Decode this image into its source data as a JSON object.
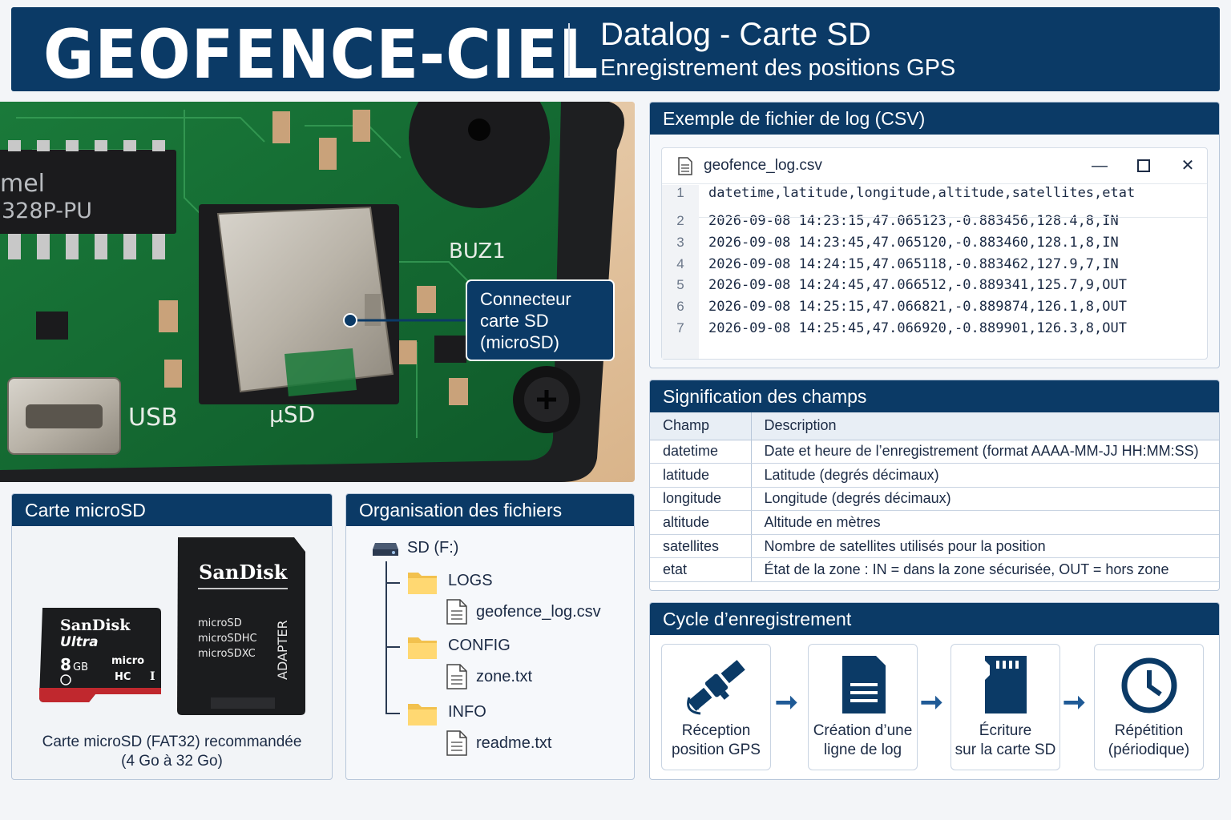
{
  "header": {
    "brand": "GEOFENCE-CIEL",
    "title": "Datalog - Carte SD",
    "subtitle": "Enregistrement des positions GPS"
  },
  "photo": {
    "chip_line1": "mel",
    "chip_line2": "328P-PU",
    "buzzer_label": "BUZ1",
    "usb_label": "USB",
    "sd_label": "µSD",
    "callout": [
      "Connecteur",
      "carte SD",
      "(microSD)"
    ]
  },
  "csv_panel": {
    "title": "Exemple de fichier de log (CSV)",
    "filename": "geofence_log.csv",
    "lines": [
      {
        "n": "1",
        "text": "datetime,latitude,longitude,altitude,satellites,etat"
      },
      {
        "n": "2",
        "text": "2026-09-08 14:23:15,47.065123,-0.883456,128.4,8,IN"
      },
      {
        "n": "3",
        "text": "2026-09-08 14:23:45,47.065120,-0.883460,128.1,8,IN"
      },
      {
        "n": "4",
        "text": "2026-09-08 14:24:15,47.065118,-0.883462,127.9,7,IN"
      },
      {
        "n": "5",
        "text": "2026-09-08 14:24:45,47.066512,-0.889341,125.7,9,OUT"
      },
      {
        "n": "6",
        "text": "2026-09-08 14:25:15,47.066821,-0.889874,126.1,8,OUT"
      },
      {
        "n": "7",
        "text": "2026-09-08 14:25:45,47.066920,-0.889901,126.3,8,OUT"
      }
    ]
  },
  "fields_panel": {
    "title": "Signification des champs",
    "headers": [
      "Champ",
      "Description"
    ],
    "rows": [
      [
        "datetime",
        "Date et heure de l’enregistrement (format AAAA-MM-JJ HH:MM:SS)"
      ],
      [
        "latitude",
        "Latitude (degrés décimaux)"
      ],
      [
        "longitude",
        "Longitude (degrés décimaux)"
      ],
      [
        "altitude",
        "Altitude en mètres"
      ],
      [
        "satellites",
        "Nombre de satellites utilisés pour la position"
      ],
      [
        "etat",
        "État de la zone : IN = dans la zone sécurisée, OUT = hors zone"
      ]
    ]
  },
  "microsd_panel": {
    "title": "Carte microSD",
    "card_brand": "SanDisk",
    "card_line": "Ultra",
    "card_size": "8",
    "card_size_unit": "GB",
    "card_logo_top": "micro",
    "card_logo_bottom": "HC",
    "card_class": "I",
    "adapter_brand": "SanDisk",
    "adapter_lines": [
      "microSD",
      "microSDHC",
      "microSDXC"
    ],
    "adapter_side": "ADAPTER",
    "caption_line1": "Carte microSD (FAT32) recommandée",
    "caption_line2": "(4 Go à 32 Go)"
  },
  "files_panel": {
    "title": "Organisation des fichiers",
    "drive": "SD (F:)",
    "folders": [
      {
        "name": "LOGS",
        "file": "geofence_log.csv"
      },
      {
        "name": "CONFIG",
        "file": "zone.txt"
      },
      {
        "name": "INFO",
        "file": "readme.txt"
      }
    ]
  },
  "cycle_panel": {
    "title": "Cycle d’enregistrement",
    "steps": [
      {
        "line1": "Réception",
        "line2": "position GPS",
        "icon": "satellite-icon"
      },
      {
        "line1": "Création d’une",
        "line2": "ligne de log",
        "icon": "document-icon"
      },
      {
        "line1": "Écriture",
        "line2": "sur la carte SD",
        "icon": "sd-card-icon"
      },
      {
        "line1": "Répétition",
        "line2": "(périodique)",
        "icon": "clock-icon"
      }
    ],
    "colors": {
      "accent": "#0b3a66",
      "arrow": "#1f5a96"
    }
  }
}
